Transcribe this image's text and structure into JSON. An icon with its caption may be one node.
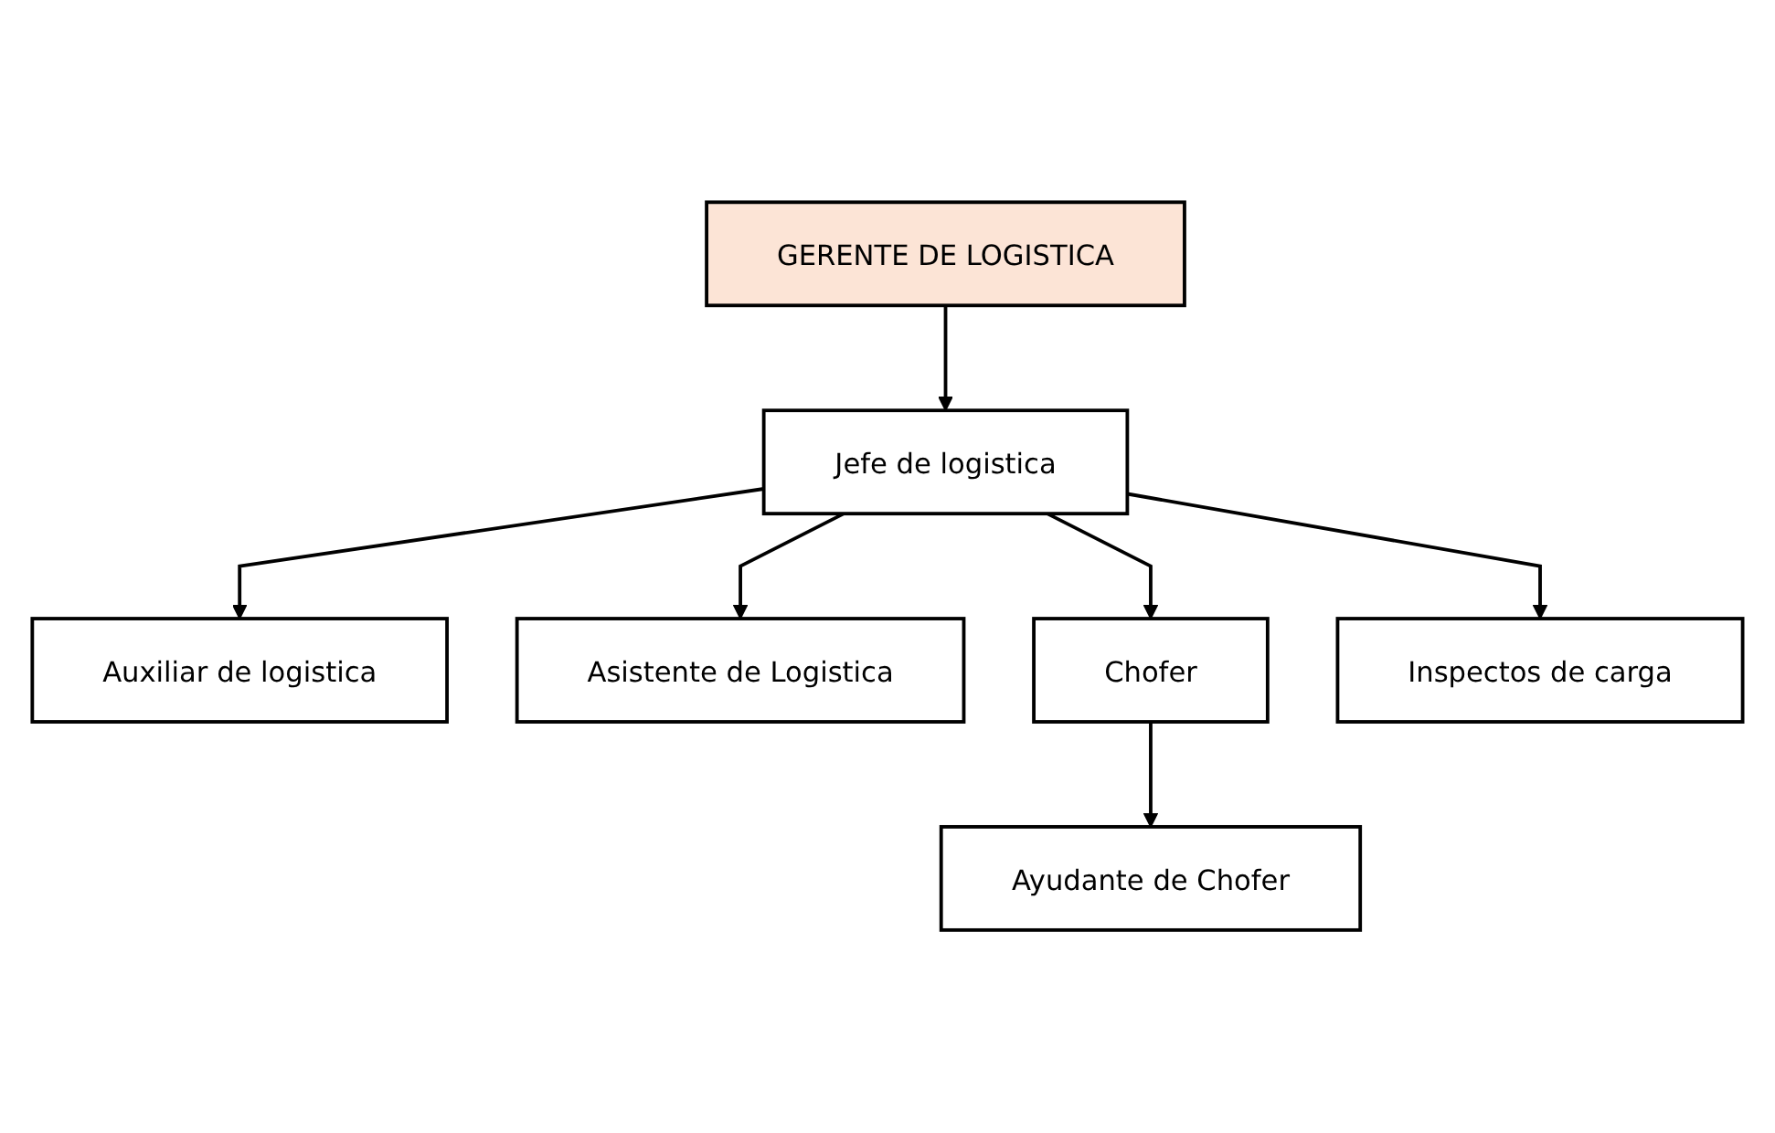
{
  "diagram": {
    "nodes": [
      {
        "text": [
          "GERENTE DE LOGISTICA"
        ]
      },
      {
        "text": [
          "Jefe de logistica"
        ]
      },
      {
        "text": [
          "Auxiliar de logistica"
        ]
      },
      {
        "text": [
          "Asistente de Logistica"
        ]
      },
      {
        "text": [
          "Chofer"
        ]
      },
      {
        "text": [
          "Inspectos de carga"
        ]
      },
      {
        "text": [
          "Ayudante de Chofer"
        ]
      }
    ],
    "edges": [
      {
        "from": 0,
        "to": 1,
        "arrow": "to"
      },
      {
        "from": 1,
        "to": 2,
        "arrow": "to"
      },
      {
        "from": 1,
        "to": 3,
        "arrow": "to"
      },
      {
        "from": 1,
        "to": 4,
        "arrow": "to"
      },
      {
        "from": 1,
        "to": 5,
        "arrow": "to"
      },
      {
        "from": 4,
        "to": 6,
        "arrow": "to"
      }
    ]
  }
}
